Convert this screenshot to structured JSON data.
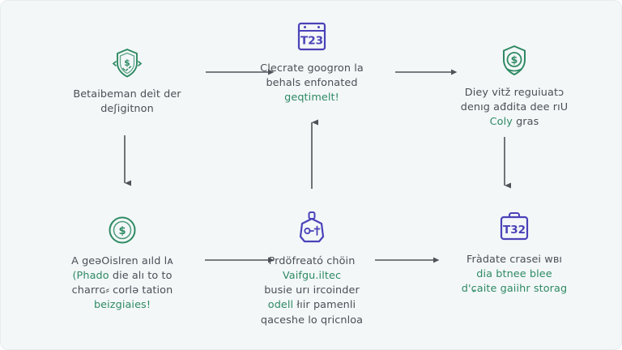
{
  "diagram": {
    "background_color": "#f3f7f8",
    "text_color": "#4a4f56",
    "accent_green": "#2e8a63",
    "accent_purple": "#4a42b8",
    "arrow_color": "#4f5358",
    "nodes": [
      {
        "id": "top-left",
        "icon": "shield-dollar-icon",
        "icon_color": "#2e8a63",
        "lines": [
          {
            "text": "Betaibeman deìt der",
            "style": "gray"
          },
          {
            "text": "deʃigitnon",
            "style": "gray"
          }
        ]
      },
      {
        "id": "top-center",
        "icon": "calendar-icon",
        "icon_color": "#4a42b8",
        "icon_label": "T23",
        "lines": [
          {
            "text": "Clecrate googron la",
            "style": "gray"
          },
          {
            "text": "behals enfonated",
            "style": "gray"
          },
          {
            "text": "geqtimelt!",
            "style": "green"
          }
        ]
      },
      {
        "id": "top-right",
        "icon": "shield-dollar-icon",
        "icon_color": "#2e8a63",
        "lines": [
          {
            "text": "Diey vitž reguiuatɔ",
            "style": "gray"
          },
          {
            "text": "denıg ađdita dee rıU",
            "style": "gray"
          },
          {
            "text": "Coly",
            "tail": " gras",
            "style": "mix-a"
          }
        ]
      },
      {
        "id": "bottom-left",
        "icon": "coin-circle-icon",
        "icon_color": "#2e8a63",
        "lines": [
          {
            "text": "A geǝOislren aıld lᴀ",
            "style": "gray"
          },
          {
            "lead": "(Phado",
            "text": " die alı to to",
            "style": "mix-b"
          },
          {
            "text": "charrɢ⸗ corlǝ tation",
            "style": "gray"
          },
          {
            "text": "beizgiaies!",
            "style": "green"
          }
        ]
      },
      {
        "id": "bottom-center",
        "icon": "lock-bag-icon",
        "icon_color": "#4a42b8",
        "lines": [
          {
            "text": "Prdöfreató chöin",
            "style": "gray"
          },
          {
            "text": "Vaifgu.iltec",
            "style": "green"
          },
          {
            "text": "busie urı ircoinder",
            "style": "gray"
          },
          {
            "lead": "odell",
            "text": " łıir pamenli",
            "style": "mix-b"
          },
          {
            "text": "qaceshe lo qricnloa",
            "style": "gray"
          }
        ]
      },
      {
        "id": "bottom-right",
        "icon": "briefcase-icon",
        "icon_color": "#4a42b8",
        "icon_label": "T32",
        "lines": [
          {
            "text": "Fràdate crasei wʙı",
            "style": "gray"
          },
          {
            "text": "dia btnee blee",
            "style": "green"
          },
          {
            "text": "d'ɕaite gaiihr storag",
            "style": "green"
          }
        ]
      }
    ],
    "connectors": [
      {
        "id": "center-to-left",
        "direction": "left",
        "from": "top-center",
        "to": "top-left"
      },
      {
        "id": "center-to-right",
        "direction": "right",
        "from": "top-center",
        "to": "top-right"
      },
      {
        "id": "top-left-to-bottom-left",
        "direction": "down",
        "from": "top-left",
        "to": "bottom-left"
      },
      {
        "id": "top-right-to-bottom-right",
        "direction": "down",
        "from": "top-right",
        "to": "bottom-right"
      },
      {
        "id": "bottom-center-to-center",
        "direction": "up",
        "from": "bottom-center",
        "to": "top-center"
      },
      {
        "id": "bottom-center-to-bottom-left",
        "direction": "left",
        "from": "bottom-center",
        "to": "bottom-left"
      },
      {
        "id": "bottom-right-to-bottom-center",
        "direction": "left",
        "from": "bottom-right",
        "to": "bottom-center"
      }
    ]
  }
}
